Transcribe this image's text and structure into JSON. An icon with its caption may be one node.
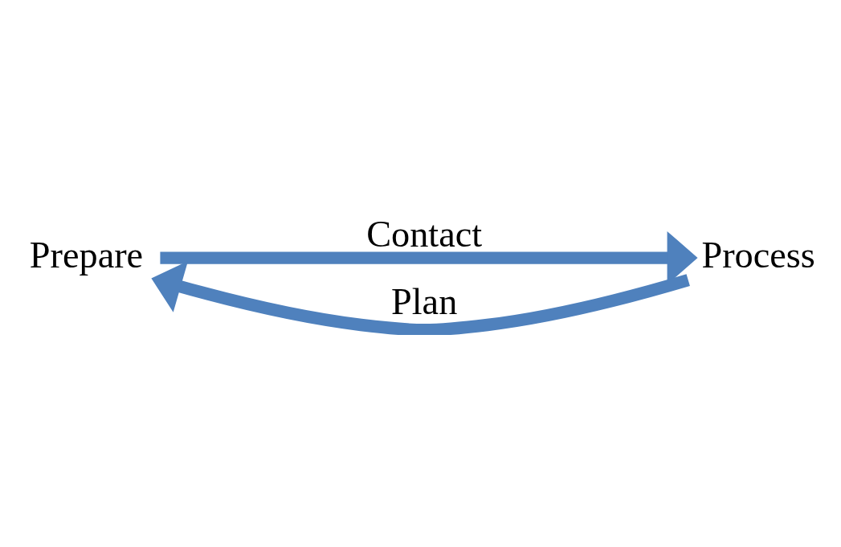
{
  "diagram": {
    "nodes": [
      {
        "text": [
          "Prepare"
        ]
      },
      {
        "text": [
          "Process"
        ]
      }
    ],
    "edges": [
      {
        "from": 0,
        "to": 1,
        "arrow": "to",
        "label": "Contact"
      },
      {
        "from": 1,
        "to": 0,
        "arrow": "to",
        "label": "Plan"
      }
    ]
  }
}
